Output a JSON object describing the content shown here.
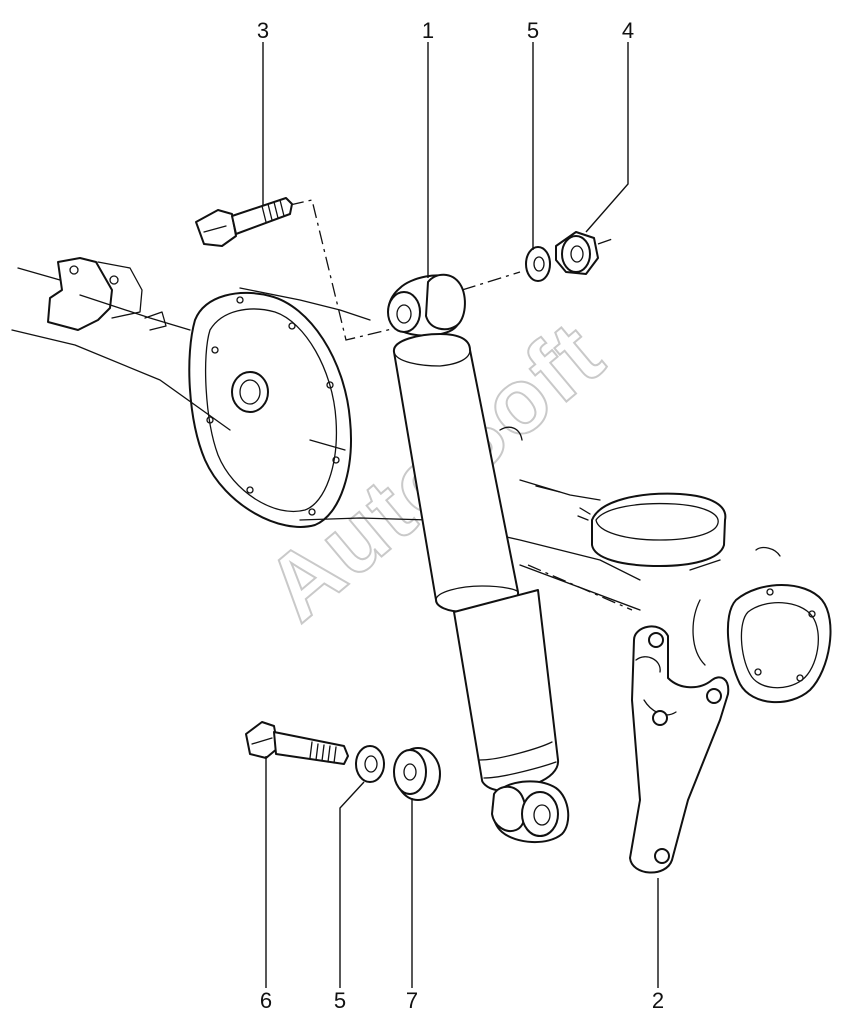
{
  "watermark": "AutoSoft",
  "callouts": {
    "shock_absorber": "1",
    "bracket": "2",
    "upper_bolt": "3",
    "upper_nut": "4",
    "upper_washer": "5",
    "lower_bolt": "6",
    "lower_washer": "5",
    "lower_spacer": "7"
  }
}
